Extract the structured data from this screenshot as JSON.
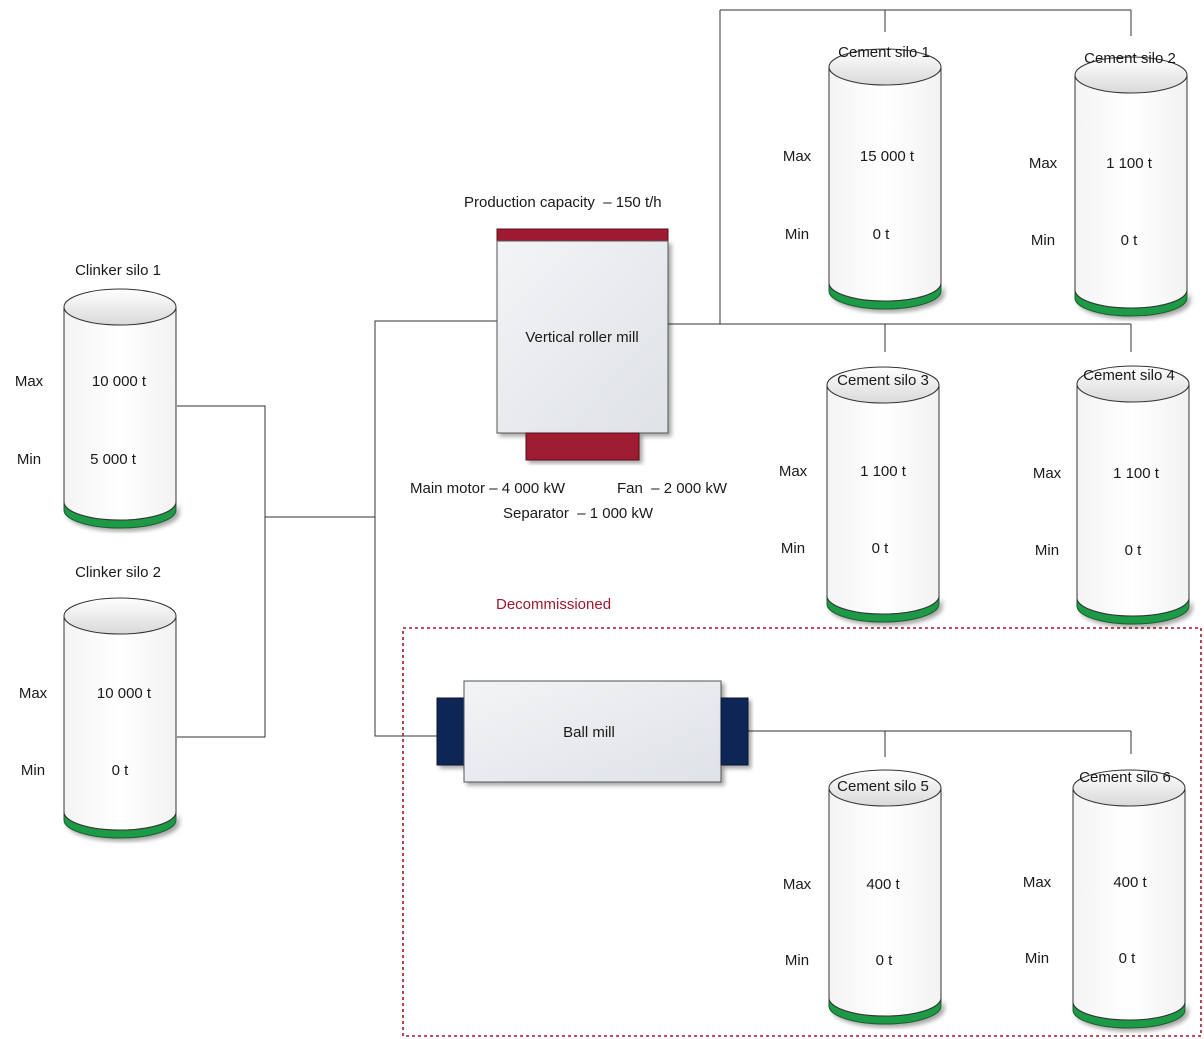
{
  "clinker_silos": [
    {
      "title": "Clinker silo 1",
      "max_label": "Max",
      "max_value": "10 000 t",
      "min_label": "Min",
      "min_value": "5 000 t"
    },
    {
      "title": "Clinker silo 2",
      "max_label": "Max",
      "max_value": "10 000 t",
      "min_label": "Min",
      "min_value": "0 t"
    }
  ],
  "cement_silos": [
    {
      "title": "Cement silo 1",
      "max_label": "Max",
      "max_value": "15 000 t",
      "min_label": "Min",
      "min_value": "0 t"
    },
    {
      "title": "Cement silo 2",
      "max_label": "Max",
      "max_value": "1 100 t",
      "min_label": "Min",
      "min_value": "0 t"
    },
    {
      "title": "Cement silo 3",
      "max_label": "Max",
      "max_value": "1 100 t",
      "min_label": "Min",
      "min_value": "0 t"
    },
    {
      "title": "Cement silo 4",
      "max_label": "Max",
      "max_value": "1 100 t",
      "min_label": "Min",
      "min_value": "0 t"
    },
    {
      "title": "Cement silo 5",
      "max_label": "Max",
      "max_value": "400 t",
      "min_label": "Min",
      "min_value": "0 t"
    },
    {
      "title": "Cement silo 6",
      "max_label": "Max",
      "max_value": "400 t",
      "min_label": "Min",
      "min_value": "0 t"
    }
  ],
  "vertical_roller_mill": {
    "label": "Vertical roller mill",
    "capacity": "Production capacity  – 150 t/h",
    "main_motor": "Main motor – 4 000 kW",
    "fan": "Fan  – 2 000 kW",
    "separator": "Separator  – 1 000 kW"
  },
  "ball_mill": {
    "label": "Ball mill"
  },
  "decommissioned_label": "Decommissioned",
  "colors": {
    "silo_band": "#1e9a44",
    "roller_mill_accent": "#9e1b32",
    "ball_mill_accent": "#0f2557",
    "decommissioned": "#a0182a"
  }
}
